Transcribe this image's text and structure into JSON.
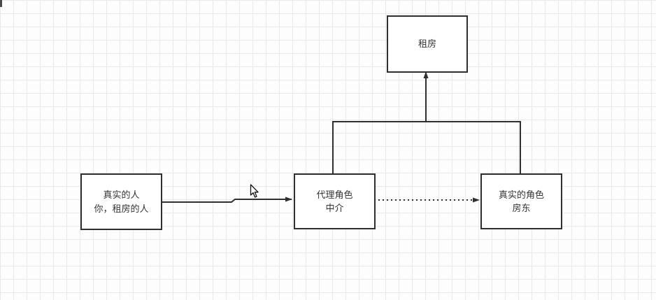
{
  "app": {
    "type": "flow-diagram-canvas",
    "background_color": "#fdfdfd",
    "grid_color": "#e9e9e9",
    "stroke_color": "#2f2f2f",
    "node_fill": "#ffffff"
  },
  "nodes": {
    "rent": {
      "lines": [
        "租房"
      ]
    },
    "renter": {
      "lines": [
        "真实的人",
        "你，租房的人"
      ]
    },
    "proxy": {
      "lines": [
        "代理角色",
        "中介"
      ]
    },
    "landlord": {
      "lines": [
        "真实的角色",
        "房东"
      ]
    }
  },
  "edges": [
    {
      "from": "renter",
      "to": "proxy",
      "style": "solid",
      "arrowhead": "end"
    },
    {
      "from": "proxy",
      "to": "landlord",
      "style": "dotted",
      "arrowhead": "end"
    },
    {
      "from": "proxy-and-landlord-group",
      "to": "rent",
      "style": "solid",
      "arrowhead": "end"
    }
  ]
}
